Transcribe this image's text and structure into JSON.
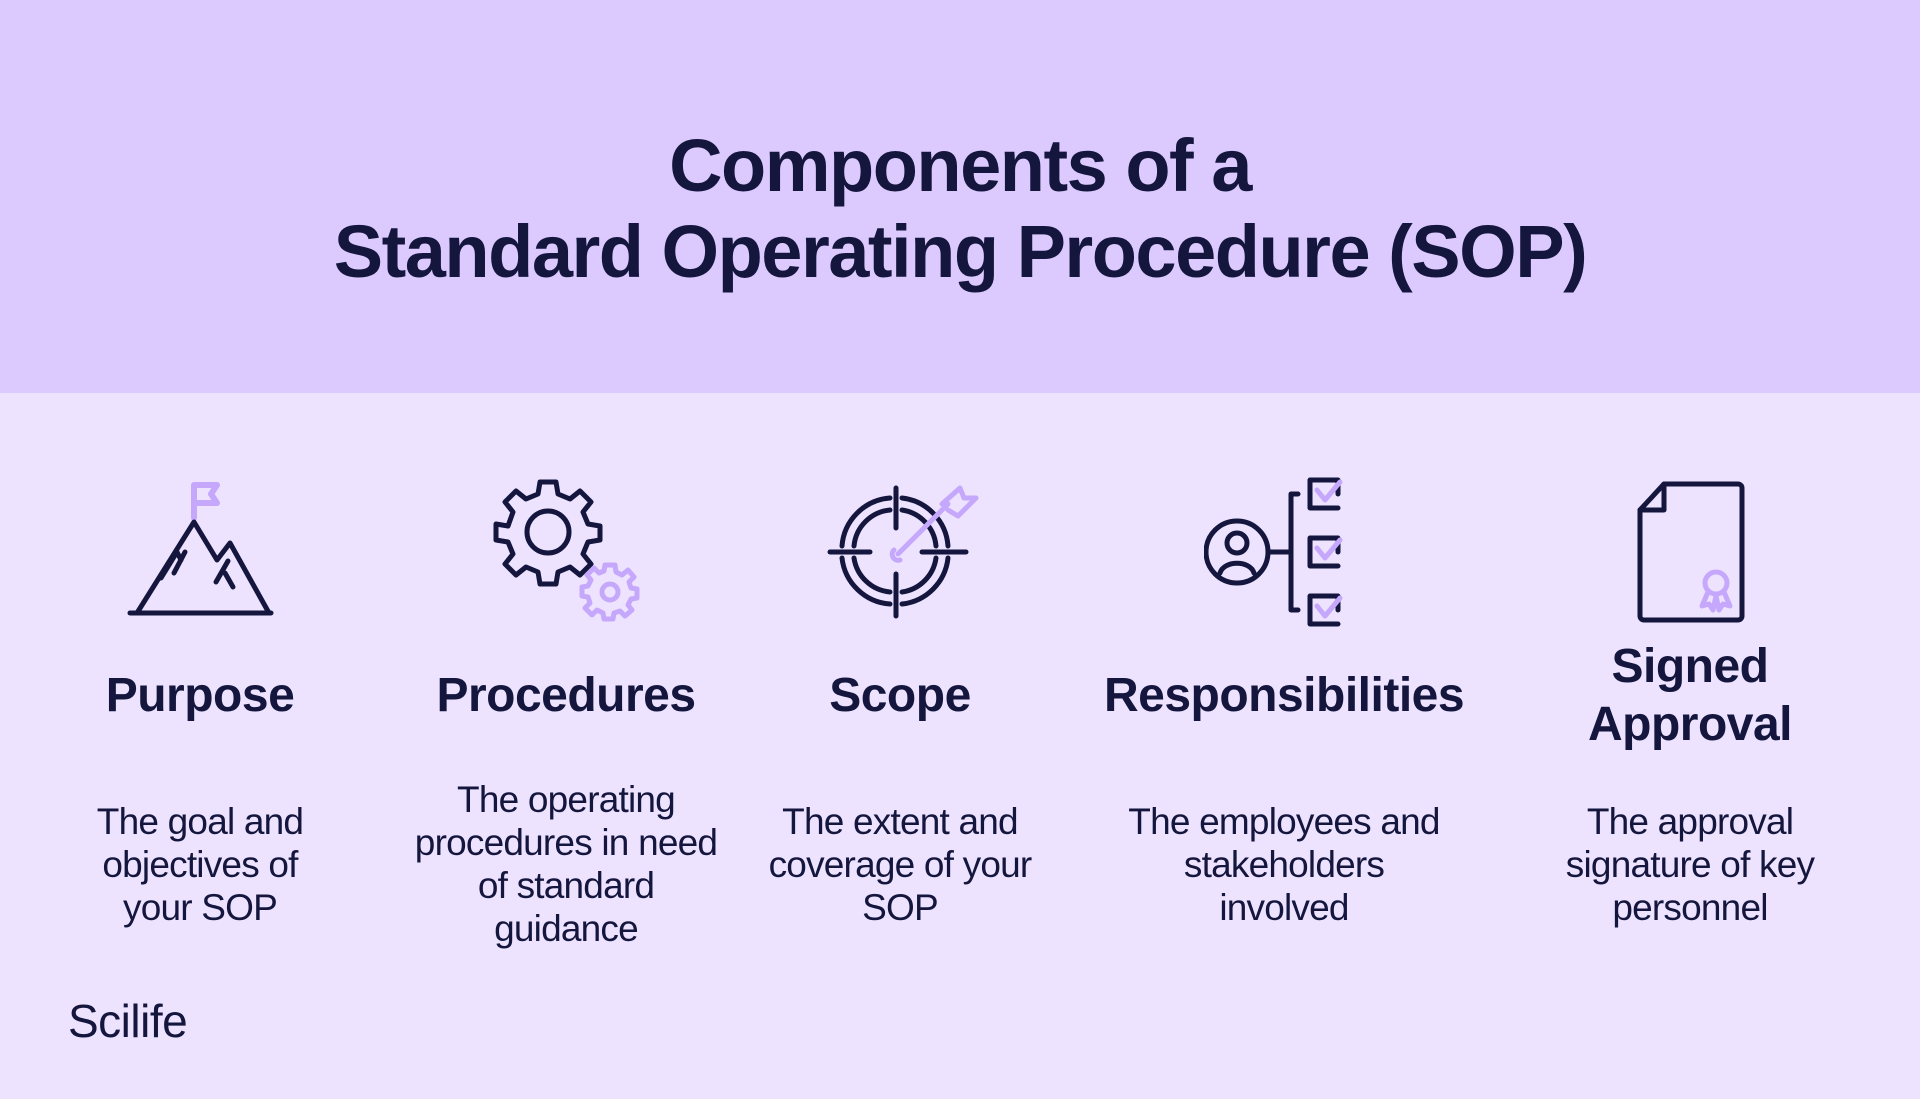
{
  "header": {
    "title_lines": [
      "Components of a",
      "Standard Operating Procedure (SOP)"
    ],
    "background_color": "#DCCAFE"
  },
  "colors": {
    "text": "#14163D",
    "accent": "#C5A8FB",
    "body_background": "#EDE3FE"
  },
  "components": [
    {
      "icon": "mountain-flag-icon",
      "heading_lines": [
        "Purpose"
      ],
      "description_lines": [
        "The goal and",
        "objectives of",
        "your SOP"
      ]
    },
    {
      "icon": "gears-icon",
      "heading_lines": [
        "Procedures"
      ],
      "description_lines": [
        "The operating",
        "procedures in need",
        "of standard",
        "guidance"
      ]
    },
    {
      "icon": "target-arrow-icon",
      "heading_lines": [
        "Scope"
      ],
      "description_lines": [
        "The extent and",
        "coverage of your",
        "SOP"
      ]
    },
    {
      "icon": "person-checklist-icon",
      "heading_lines": [
        "Responsibilities"
      ],
      "description_lines": [
        "The employees and",
        "stakeholders",
        "involved"
      ]
    },
    {
      "icon": "certificate-document-icon",
      "heading_lines": [
        "Signed",
        "Approval"
      ],
      "description_lines": [
        "The approval",
        "signature of key",
        "personnel"
      ]
    }
  ],
  "footer": {
    "brand": "Scilife"
  }
}
